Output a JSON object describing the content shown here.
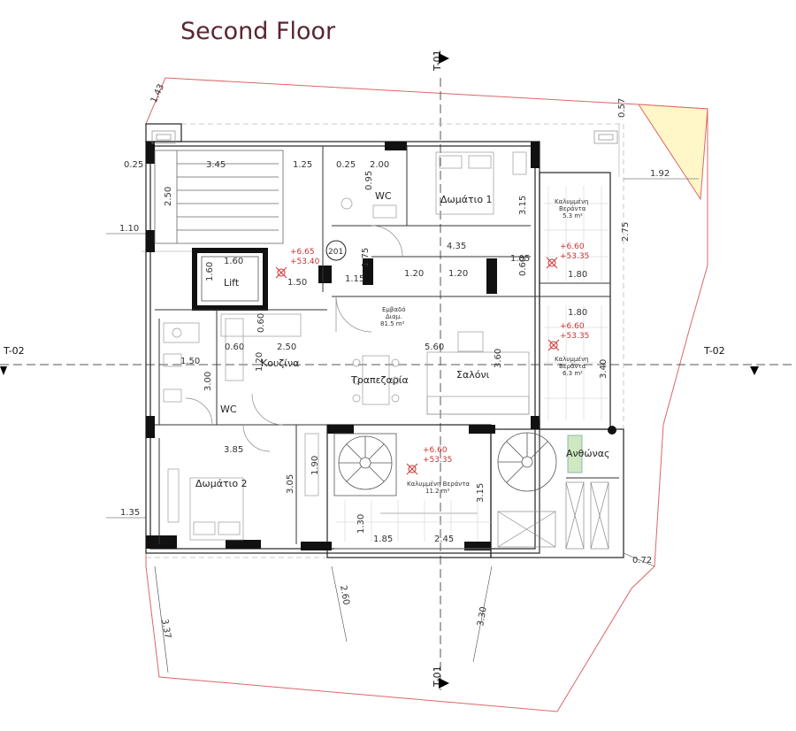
{
  "title": "Second Floor",
  "sections": {
    "t01": "T-01",
    "t02": "T-02"
  },
  "unit_number": "201",
  "rooms": {
    "bedroom1": "Δωμάτιο 1",
    "bedroom2": "Δωμάτιο 2",
    "wc": "WC",
    "lift": "Lift",
    "kitchen": "Κουζίνα",
    "dining": "Τραπεζαρία",
    "living": "Σαλόνι",
    "flowerbed": "Ανθώνας",
    "area_label": "Εμβαδό",
    "area_sub": "Διαμ.",
    "area_value": "81.5 m²"
  },
  "verandas": [
    {
      "name1": "Καλυμμένη",
      "name2": "Βεράντα",
      "area": "5.3 m²",
      "levels": [
        "+6.60",
        "+53.35"
      ]
    },
    {
      "name1": "Καλυμμένη",
      "name2": "Βεράντα",
      "area": "6.3 m²",
      "levels": [
        "+6.60",
        "+53.35"
      ]
    },
    {
      "name": "Καλυμμένη Βεράντα",
      "area": "11.2 m²",
      "levels": [
        "+6.60",
        "+53.35"
      ]
    }
  ],
  "levels_main": [
    "+6.65",
    "+53.40"
  ],
  "dimensions": {
    "d345": "3.45",
    "d125": "1.25",
    "d025a": "0.25",
    "d025b": "0.25",
    "d200": "2.00",
    "d095": "0.95",
    "d250a": "2.50",
    "d315a": "3.15",
    "d110": "1.10",
    "d143": "1.43",
    "d057": "0.57",
    "d192": "1.92",
    "d275": "2.75",
    "d435": "4.35",
    "d105": "1.05",
    "d175": "1.75",
    "d160a": "1.60",
    "d160b": "1.60",
    "d150a": "1.50",
    "d115": "1.15",
    "d120a": "1.20",
    "d120b": "1.20",
    "d060a": "0.60",
    "d180a": "1.80",
    "d180b": "1.80",
    "d060b": "0.60",
    "d060c": "0.60",
    "d250b": "2.50",
    "d560": "5.60",
    "d120c": "1.20",
    "d150b": "1.50",
    "d300": "3.00",
    "d360": "3.60",
    "d340": "3.40",
    "d385": "3.85",
    "d190": "1.90",
    "d305": "3.05",
    "d135": "1.35",
    "d130": "1.30",
    "d185": "1.85",
    "d245": "2.45",
    "d315b": "3.15",
    "d072": "0.72",
    "d337": "3.37",
    "d260": "2.60",
    "d330": "3.30"
  }
}
